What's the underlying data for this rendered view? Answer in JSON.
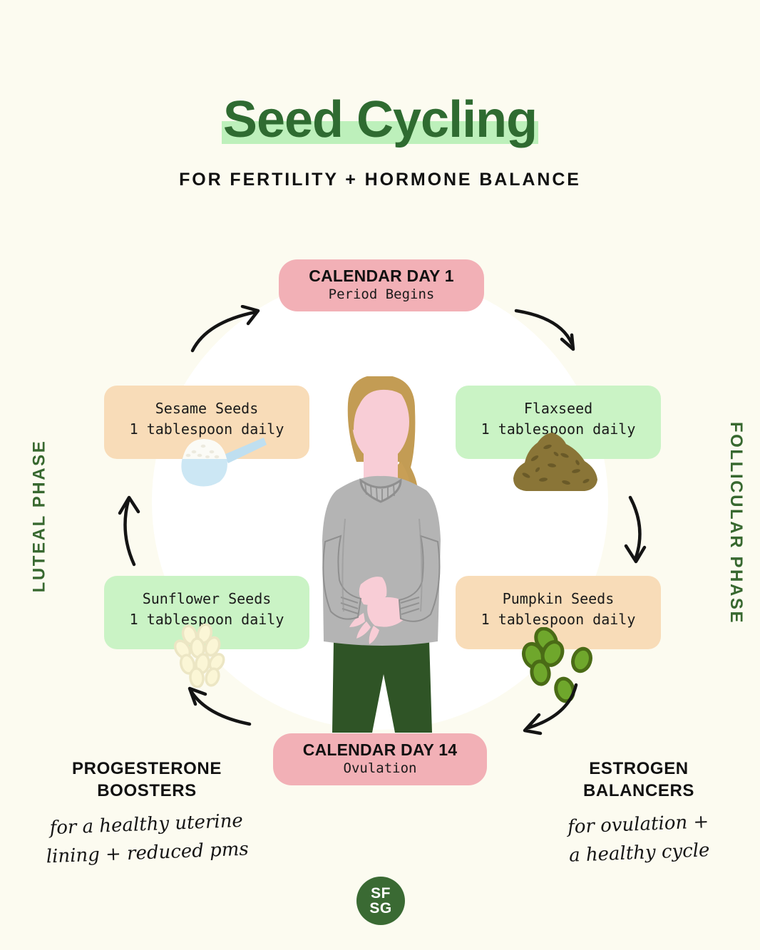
{
  "header": {
    "title": "Seed Cycling",
    "subtitle": "FOR FERTILITY + HORMONE BALANCE"
  },
  "colors": {
    "background": "#fcfbf0",
    "ring": "#ffffff",
    "title_green": "#2f6b31",
    "title_highlight": "#bdf0bb",
    "badge_pink": "#f2b0b6",
    "card_peach": "#f8dcb8",
    "card_green": "#caf3c5",
    "phase_green": "#37682f",
    "logo_green": "#3a6a33"
  },
  "badges": {
    "day1": {
      "title": "CALENDAR DAY 1",
      "subtitle": "Period Begins"
    },
    "day14": {
      "title": "CALENDAR DAY 14",
      "subtitle": "Ovulation"
    }
  },
  "cards": {
    "sesame": {
      "name": "Sesame Seeds",
      "dose": "1 tablespoon daily",
      "icon": "measuring-spoon-sesame-icon"
    },
    "flaxseed": {
      "name": "Flaxseed",
      "dose": "1 tablespoon daily",
      "icon": "flaxseed-mound-icon"
    },
    "sunflower": {
      "name": "Sunflower Seeds",
      "dose": "1 tablespoon daily",
      "icon": "sunflower-kernels-icon"
    },
    "pumpkin": {
      "name": "Pumpkin Seeds",
      "dose": "1 tablespoon daily",
      "icon": "pumpkin-seeds-icon"
    }
  },
  "phases": {
    "luteal": "LUTEAL PHASE",
    "follicular": "FOLLICULAR PHASE"
  },
  "footer": {
    "left": {
      "title": "PROGESTERONE\nBOOSTERS",
      "script": "for a healthy uterine\nlining + reduced pms"
    },
    "right": {
      "title": "ESTROGEN\nBALANCERS",
      "script": "for ovulation +\na healthy cycle"
    }
  },
  "logo": {
    "line1": "SF",
    "line2": "SG"
  },
  "illustration": {
    "name": "woman-holding-abdomen-illustration"
  }
}
